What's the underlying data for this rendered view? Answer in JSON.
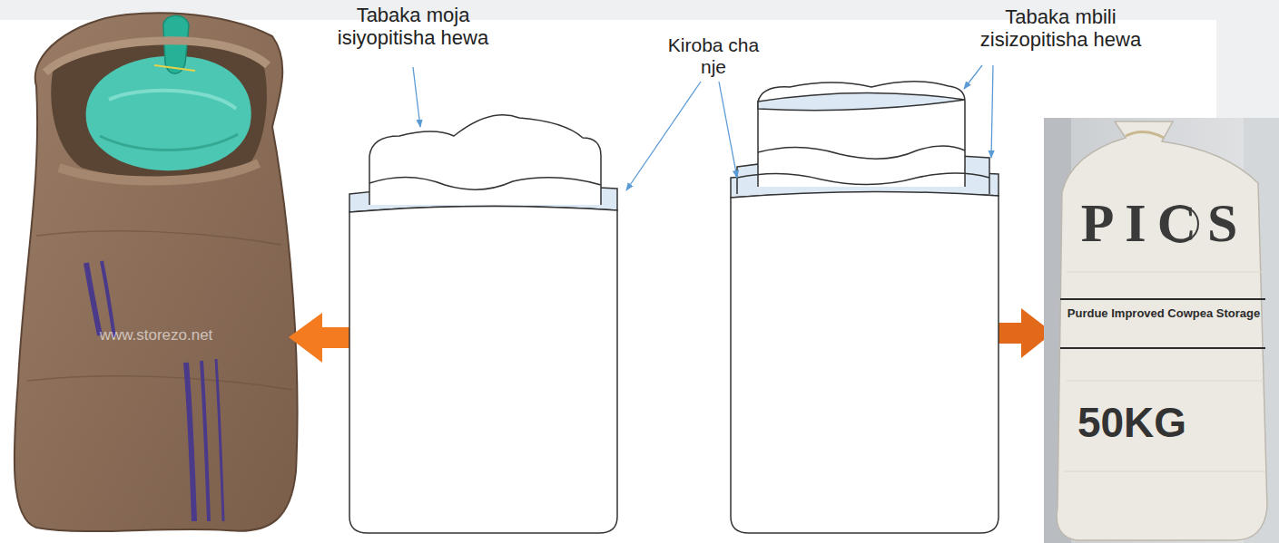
{
  "diagram": {
    "labels": [
      "Tabaka moja isiyopitisha hewa",
      "Kiroba cha nje",
      "Tabaka mbili zisizopitisha hewa",
      "www.storezo.net",
      "PICS",
      "Purdue Improved Cowpea Storage",
      "50KG"
    ]
  }
}
